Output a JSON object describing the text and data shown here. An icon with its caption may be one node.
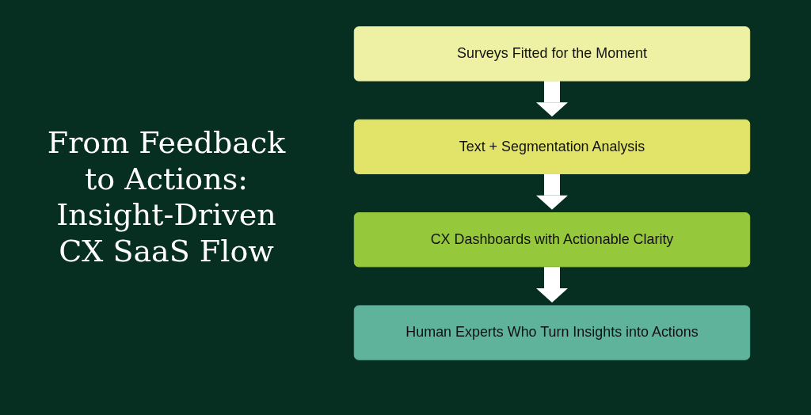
{
  "diagram": {
    "title": "From Feedback to Actions: Insight-Driven CX SaaS Flow",
    "nodes": [
      {
        "text": [
          "Surveys Fitted for the Moment"
        ]
      },
      {
        "text": [
          "Text + Segmentation Analysis"
        ]
      },
      {
        "text": [
          "CX Dashboards with Actionable Clarity"
        ]
      },
      {
        "text": [
          "Human Experts Who Turn Insights into Actions"
        ]
      }
    ],
    "edges": [
      {
        "from": 0,
        "to": 1,
        "arrow": "to"
      },
      {
        "from": 1,
        "to": 2,
        "arrow": "to"
      },
      {
        "from": 2,
        "to": 3,
        "arrow": "to"
      }
    ]
  }
}
